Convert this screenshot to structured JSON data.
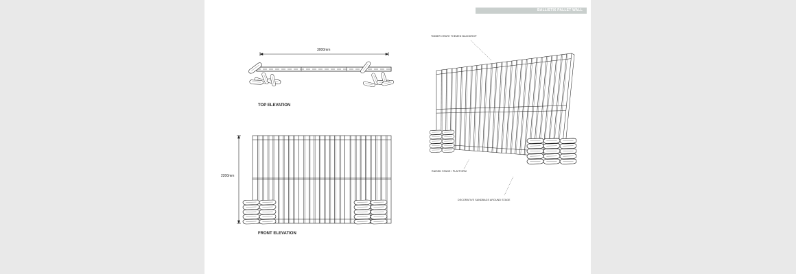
{
  "header": {
    "title": "BALLISTIX PALLET WALL",
    "bar_color": "#c9cfcd"
  },
  "top_elevation": {
    "title": "TOP ELEVATION",
    "width_dimension": "3000mm"
  },
  "front_elevation": {
    "title": "FRONT ELEVATION",
    "height_dimension": "2200mm"
  },
  "perspective": {
    "notes": [
      "TIMBER CRATE THEMED BACKDROP",
      "RAISED STAGE / PLATFORM",
      "DECORATIVE SANDBAGS AROUND STAGE"
    ]
  }
}
